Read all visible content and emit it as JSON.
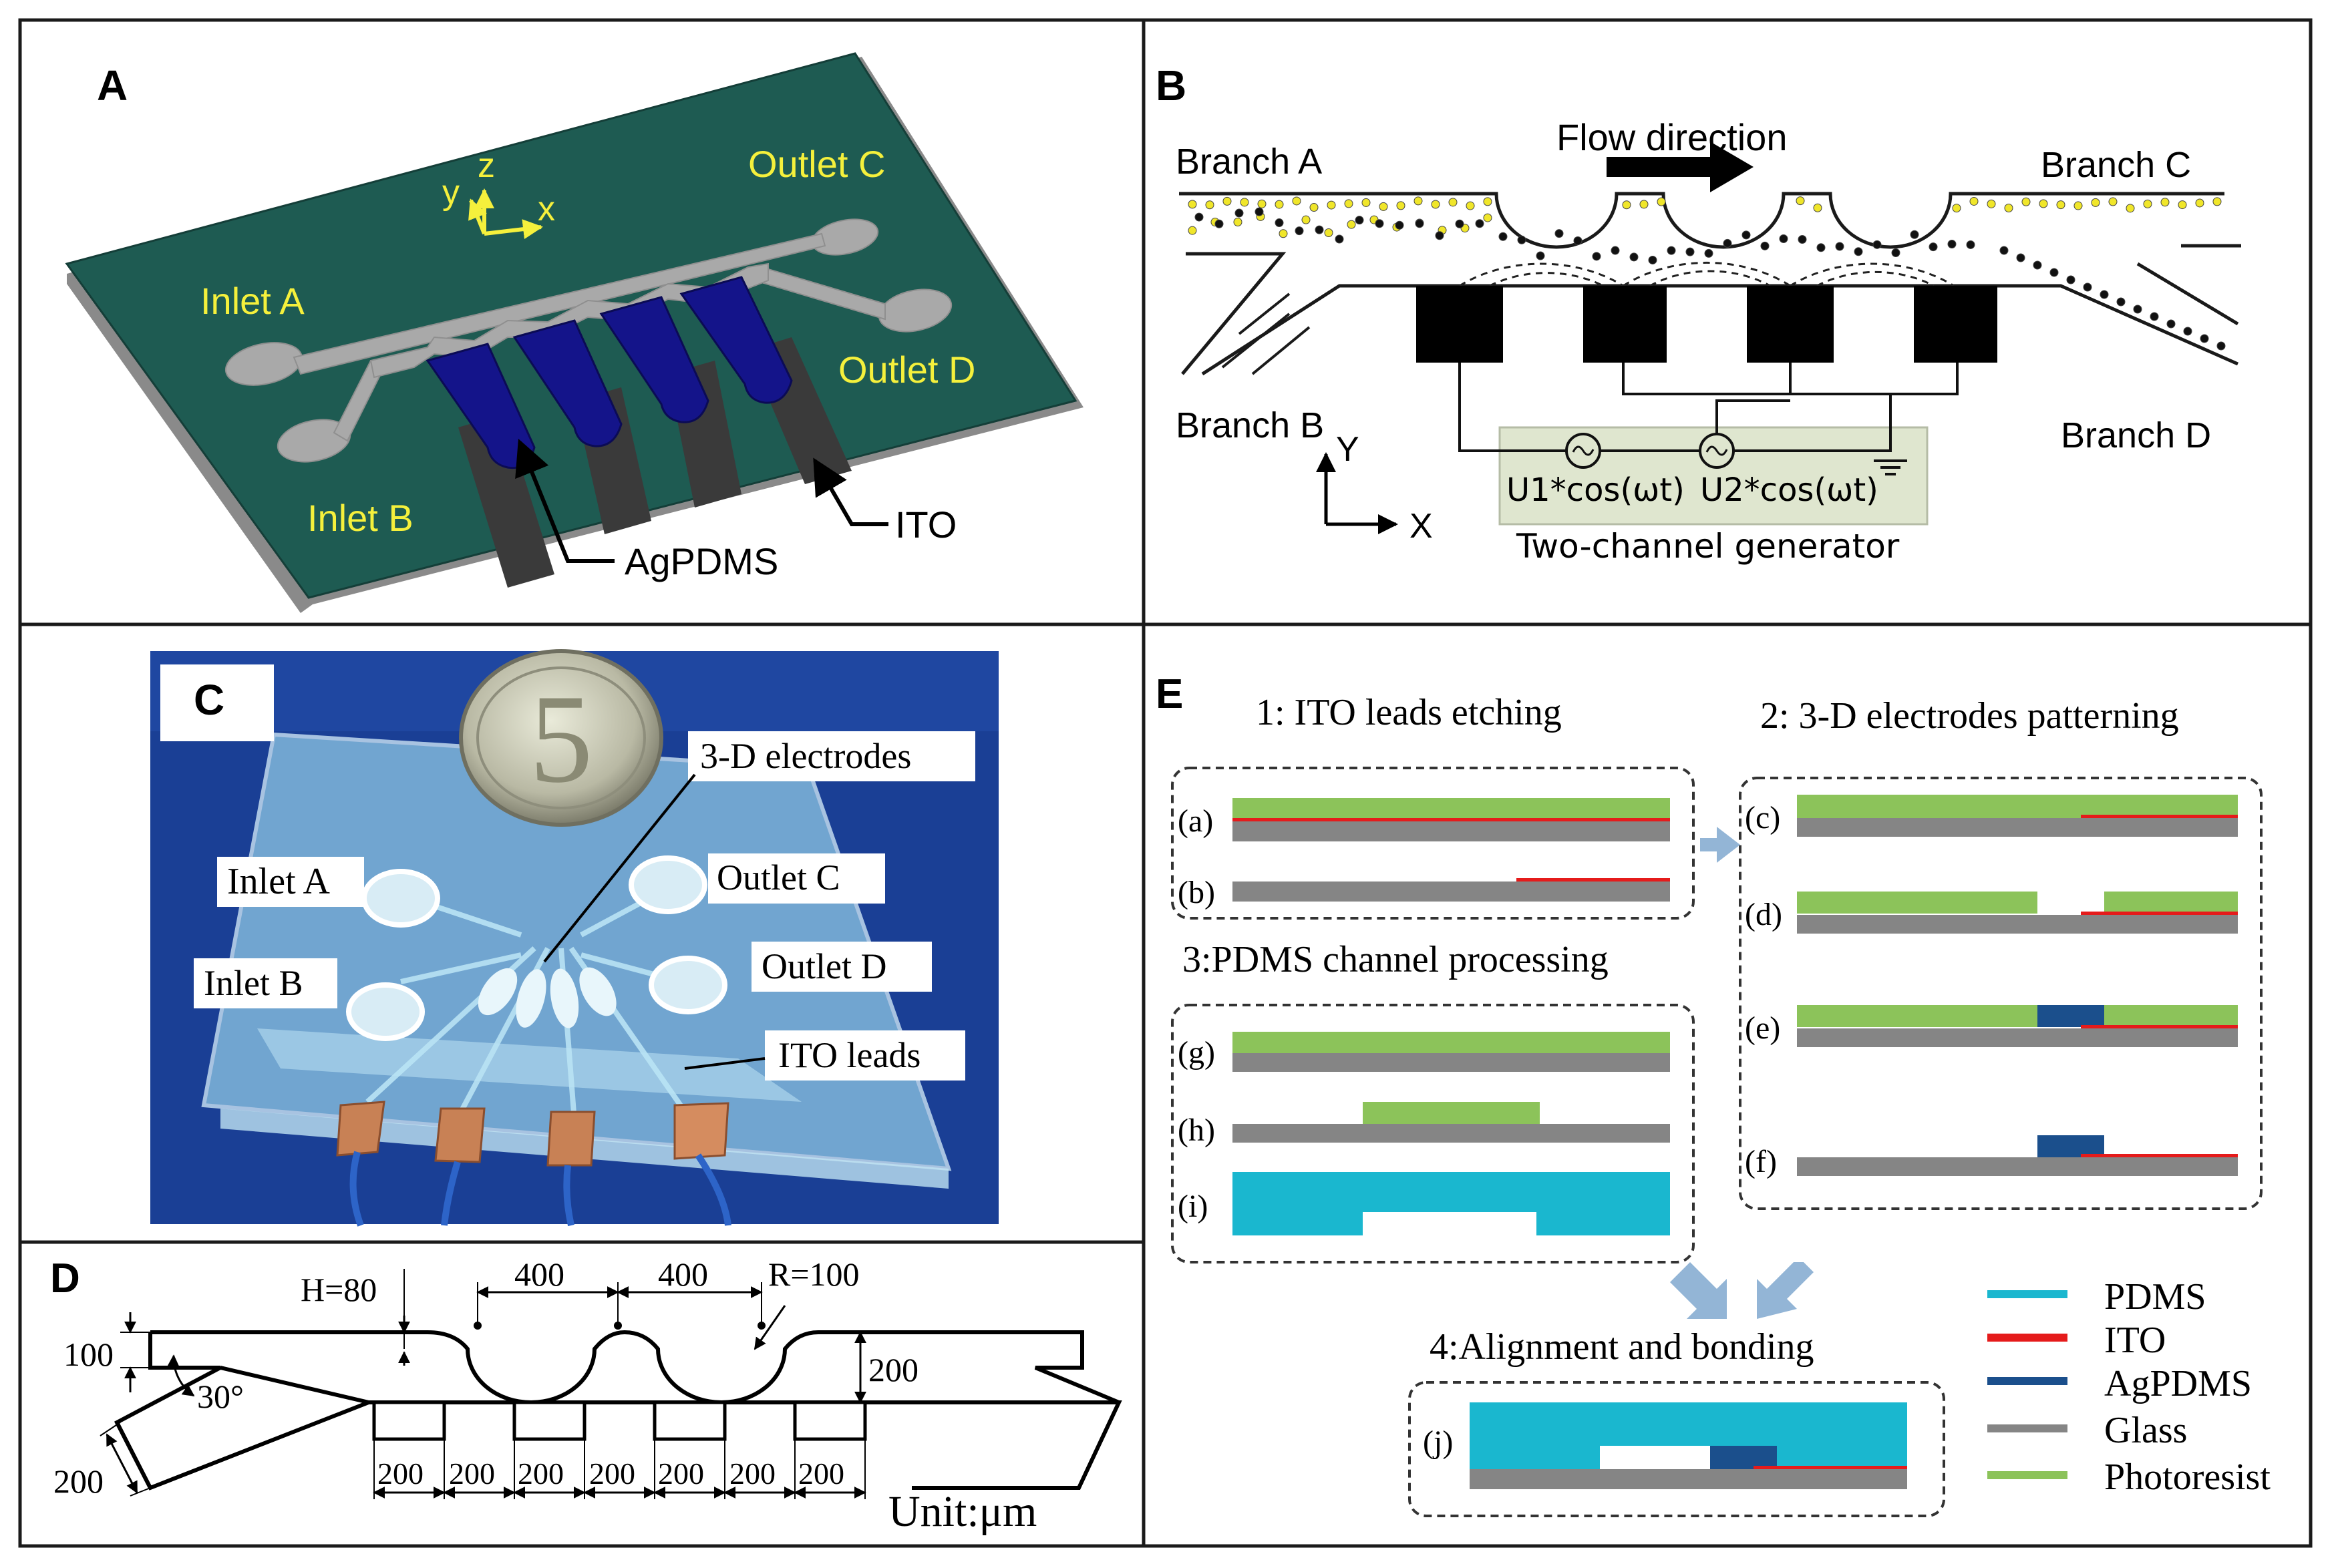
{
  "panels": {
    "A": {
      "letter": "A",
      "labels": {
        "outlet_c": "Outlet C",
        "outlet_d": "Outlet D",
        "inlet_a": "Inlet A",
        "inlet_b": "Inlet B",
        "ito": "ITO",
        "agpdms": "AgPDMS"
      },
      "axes": {
        "x": "x",
        "y": "y",
        "z": "z"
      },
      "colors": {
        "substrate": "#1e5b52",
        "substrate_edge": "#7a7a7a",
        "channel": "#a8a8a8",
        "electrode": "#16168c",
        "lead": "#3e3e3e",
        "label": "#f5f03c",
        "axis": "#f5f03c"
      }
    },
    "B": {
      "letter": "B",
      "flow_label": "Flow direction",
      "branches": {
        "a": "Branch A",
        "b": "Branch B",
        "c": "Branch C",
        "d": "Branch D"
      },
      "axes": {
        "y": "Y",
        "x": "X"
      },
      "signals": {
        "u1": "U1*cos(ωt)",
        "u2": "U2*cos(ωt)"
      },
      "generator_label": "Two-channel generator",
      "colors": {
        "generator_box": "#dfe6cf",
        "particle_yellow": "#f0e62a",
        "particle_black": "#111111"
      }
    },
    "C": {
      "letter": "C",
      "labels": {
        "electrodes": "3-D electrodes",
        "inlet_a": "Inlet A",
        "inlet_b": "Inlet B",
        "outlet_c": "Outlet C",
        "outlet_d": "Outlet D",
        "ito_leads": "ITO leads"
      },
      "coin_value": "5",
      "colors": {
        "background": "#1a3f95",
        "glass": "#8fc7e4",
        "copper": "#c88155"
      }
    },
    "D": {
      "letter": "D",
      "dims": {
        "h": "H=80",
        "pitch_1": "400",
        "pitch_2": "400",
        "r": "R=100",
        "width_100": "100",
        "angle": "30°",
        "height_200": "200",
        "branch_200": "200",
        "segments": [
          "200",
          "200",
          "200",
          "200",
          "200",
          "200",
          "200"
        ]
      },
      "unit": "Unit:μm"
    },
    "E": {
      "letter": "E",
      "step_titles": {
        "s1": "1: ITO leads etching",
        "s2": "2: 3-D electrodes patterning",
        "s3": "3:PDMS channel processing",
        "s4": "4:Alignment and bonding"
      },
      "sublabels": [
        "(a)",
        "(b)",
        "(c)",
        "(d)",
        "(e)",
        "(f)",
        "(g)",
        "(h)",
        "(i)",
        "(j)"
      ],
      "legend": [
        {
          "name": "PDMS",
          "color": "#1ab7cf"
        },
        {
          "name": "ITO",
          "color": "#e51b1b"
        },
        {
          "name": "AgPDMS",
          "color": "#1b4f8c"
        },
        {
          "name": "Glass",
          "color": "#858585"
        },
        {
          "name": "Photoresist",
          "color": "#8cc35a"
        }
      ],
      "arrow_color": "#93b5d6"
    }
  }
}
